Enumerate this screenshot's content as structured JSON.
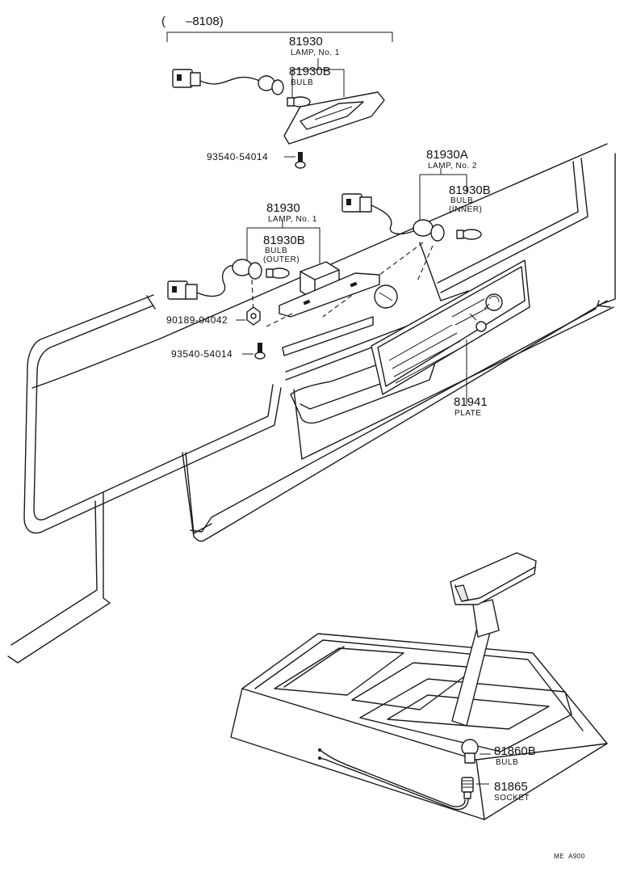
{
  "header": {
    "date_range": "(      –8108)"
  },
  "parts": {
    "lamp_no1_top": {
      "part_no": "81930",
      "name": "LAMP, No. 1"
    },
    "bulb_top": {
      "part_no": "81930B",
      "name": "BULB"
    },
    "screw_top": {
      "part_no": "93540-54014"
    },
    "lamp_no2": {
      "part_no": "81930A",
      "name": "LAMP, No. 2"
    },
    "bulb_inner": {
      "part_no": "81930B",
      "name1": "BULB",
      "name2": "(INNER)"
    },
    "lamp_no1_mid": {
      "part_no": "81930",
      "name": "LAMP, No. 1"
    },
    "bulb_outer": {
      "part_no": "81930B",
      "name1": "BULB",
      "name2": "(OUTER)"
    },
    "nut": {
      "part_no": "90189-04042"
    },
    "screw_mid": {
      "part_no": "93540-54014"
    },
    "plate": {
      "part_no": "81941",
      "name": "PLATE"
    },
    "bulb_bottom": {
      "part_no": "81860B",
      "name": "BULB"
    },
    "socket": {
      "part_no": "81865",
      "name": "SOCKET"
    }
  },
  "footer": {
    "code": "ME  A900"
  },
  "icons": [
    "connector-icon",
    "bulb-icon",
    "screw-icon",
    "nut-icon",
    "socket-icon"
  ]
}
